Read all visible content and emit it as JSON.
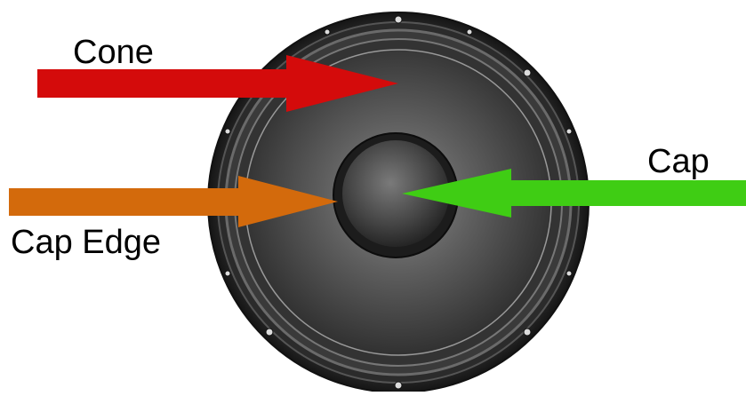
{
  "labels": {
    "cone": "Cone",
    "cap": "Cap",
    "cap_edge": "Cap Edge"
  },
  "arrows": {
    "cone_color": "#d40b0b",
    "cap_color": "#3fcd14",
    "cap_edge_color": "#d36a0c"
  },
  "speaker": {
    "frame_color": "#2a2a2a",
    "cone_color": "#4a4a4a",
    "cap_color": "#3a3a3a"
  }
}
